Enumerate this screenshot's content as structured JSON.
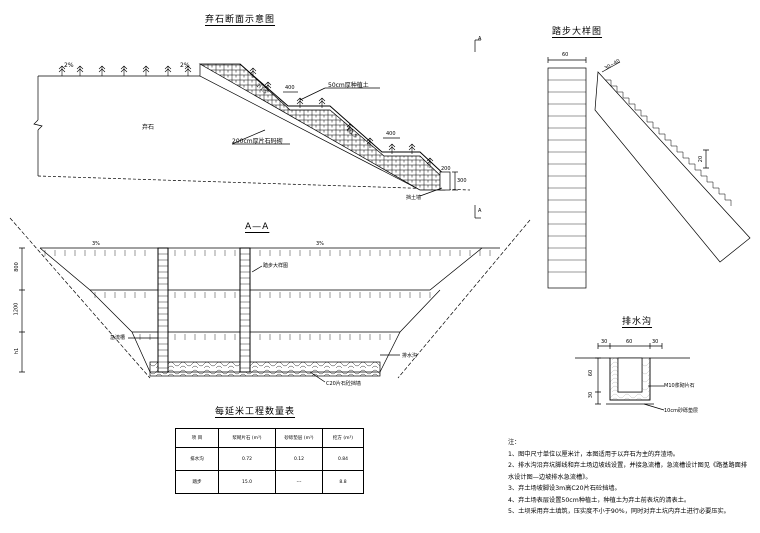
{
  "titles": {
    "section": "弃石断面示意图",
    "step": "踏步大样图",
    "aa": "A—A",
    "ditch": "排水沟",
    "table": "每延米工程数量表"
  },
  "section_labels": {
    "slope_left": "2%",
    "slope_right": "2%",
    "fill": "弃石",
    "planting": "50cm厚种植土",
    "masonry": "200cm厚片石码砌",
    "step_400_a": "400",
    "step_400_b": "400",
    "ratio_a": "1:1.5",
    "ratio_b": "1:1.5",
    "dim_200": "200",
    "dim_300": "300",
    "retaining": "挡土墙",
    "marker_a": "A"
  },
  "aa_labels": {
    "slope_left": "3%",
    "slope_right": "3%",
    "dim_800": "800",
    "dim_1200": "1200",
    "dim_h1": "h1",
    "steps_label": "踏步大样图",
    "ditch_label": "急流槽",
    "drain_label": "排水沟",
    "base_label": "C20片石砼挡墙"
  },
  "step_labels": {
    "width": "60",
    "diag": "30~40",
    "height": "20"
  },
  "ditch_labels": {
    "w1": "30",
    "w2": "60",
    "w3": "30",
    "h1": "60",
    "h2": "30",
    "mortar": "M10浆砌片石",
    "base": "10cm砂砾垫层"
  },
  "table": {
    "headers": [
      "项 目",
      "浆砌片石 (m³)",
      "砂砾垫层 (m³)",
      "挖方 (m³)"
    ],
    "rows": [
      [
        "排水沟",
        "0.72",
        "0.12",
        "0.84"
      ],
      [
        "踏步",
        "15.0",
        "---",
        "8.8"
      ]
    ]
  },
  "notes": {
    "heading": "注：",
    "items": [
      "1、图中尺寸单位以厘米计，本图适用于以弃石为主的弃渣场。",
      "2、排水沟沿弃坑脚线和弃土场边坡线设置，并接急流槽，急流槽设计图见《路基路面排",
      "   水设计图—边坡排水急流槽》。",
      "3、弃土场坡脚设3m高C20片石砼挡墙。",
      "4、弃土场表层设置50cm种植土，种植土为弃土前表坑的清表土。",
      "5、土坝采用弃土填筑，压实度不小于90%，同时对弃土坑内弃土进行必要压实。"
    ]
  }
}
